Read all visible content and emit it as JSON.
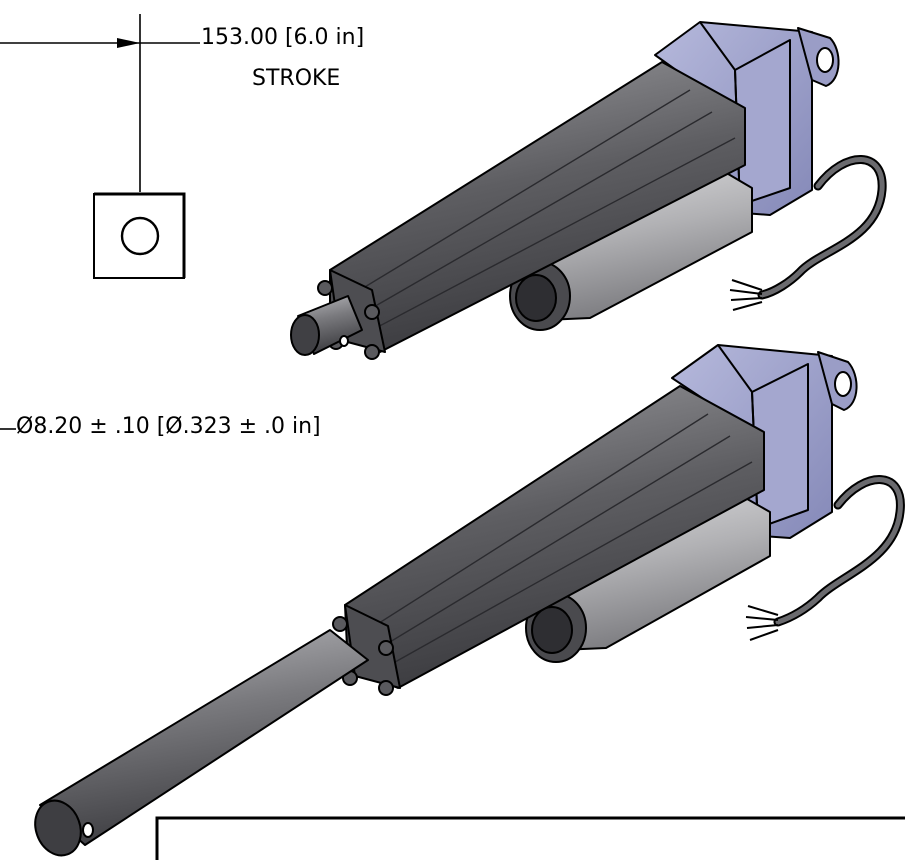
{
  "dimensions": {
    "stroke_value": "153.00 [6.0 in]",
    "stroke_word": "STROKE",
    "diameter": "Ø8.20 ± .10 [Ø.323 ± .0 in]"
  },
  "colors": {
    "body_dark": "#55555a",
    "body_light": "#8c8c90",
    "motor_grey": "#b9b9bb",
    "gearbox_blue": "#9fa3c9",
    "line": "#000000",
    "background": "#ffffff"
  }
}
